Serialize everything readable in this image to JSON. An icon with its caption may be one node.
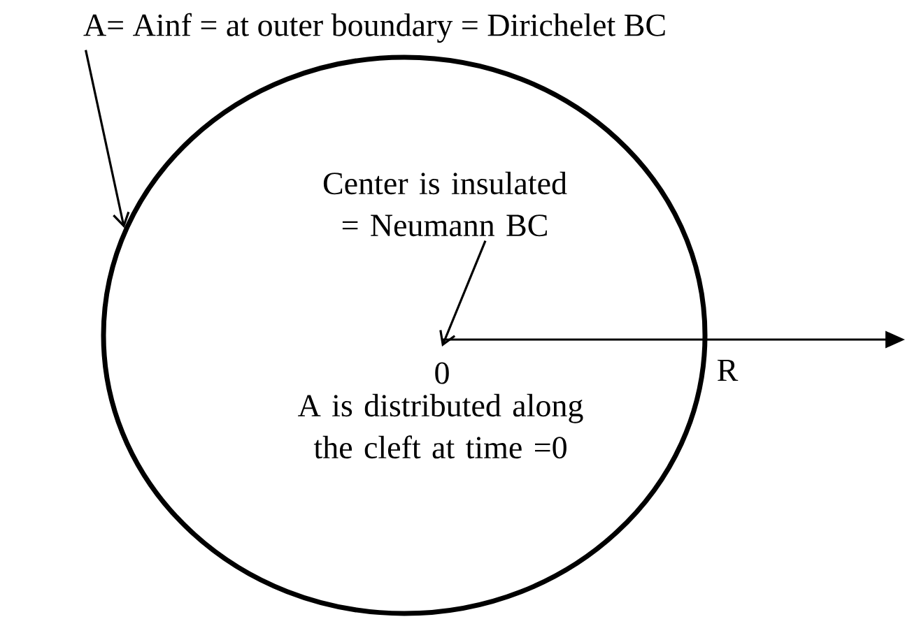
{
  "diagram": {
    "nodes": [
      {
        "text": [
          "A= Ainf = at outer boundary = Dirichelet BC"
        ]
      },
      {
        "text": [],
        "shape": "circle"
      },
      {
        "text": [
          "Center is insulated = Neumann BC"
        ],
        "in": 1
      },
      {
        "text": [
          "0"
        ],
        "in": 1
      }
    ],
    "edges": [
      {
        "from": 0,
        "to": 1,
        "arrow": "to"
      },
      {
        "from": 2,
        "to": 3,
        "arrow": "to"
      }
    ],
    "labels": [
      "R",
      "A is distributed along the cleft at time =0"
    ]
  }
}
